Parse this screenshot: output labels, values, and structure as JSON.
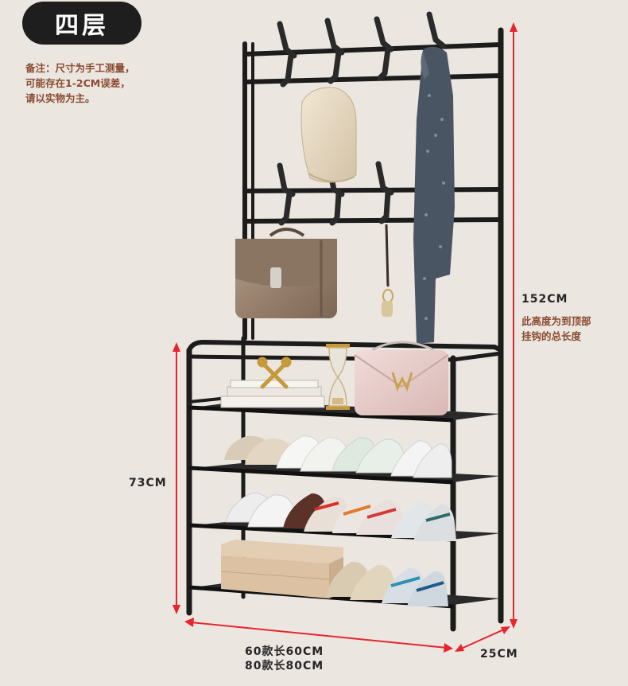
{
  "badge": {
    "text": "四层"
  },
  "note": {
    "line1": "备注：尺寸为手工测量，",
    "line2": "可能存在1-2CM误差，",
    "line3": "请以实物为主。"
  },
  "dimensions": {
    "total_height": "152CM",
    "height_note_line1": "此高度为到顶部",
    "height_note_line2": "挂钩的总长度",
    "shelf_height": "73CM",
    "length_line1": "60款长60CM",
    "length_line2": "80款长80CM",
    "depth": "25CM"
  },
  "colors": {
    "accent_text": "#8a4b32",
    "measure_line": "#e8242f",
    "frame": "#1c1c1c",
    "background": "#ebe6df"
  }
}
